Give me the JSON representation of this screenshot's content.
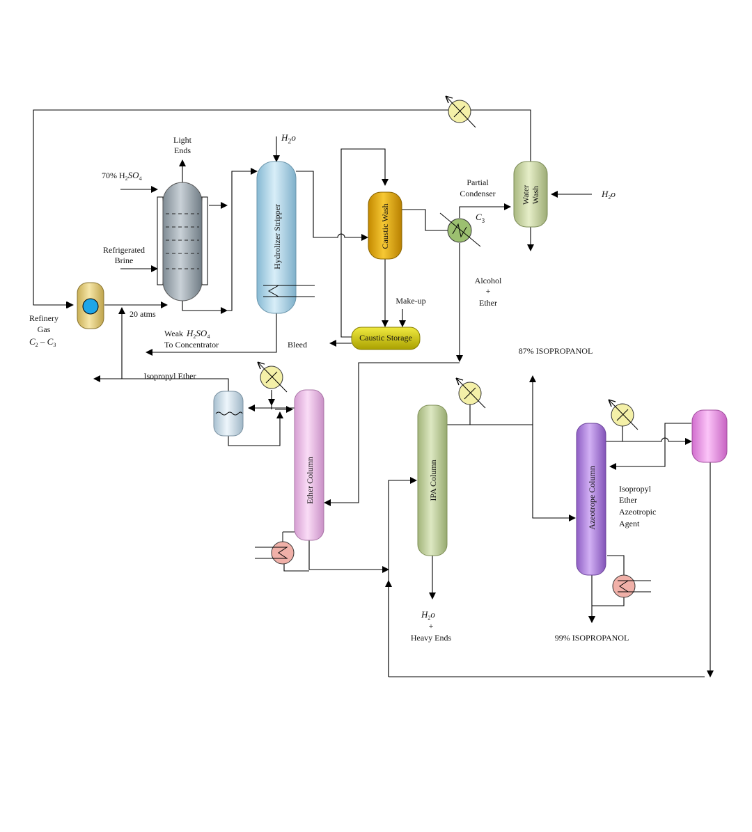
{
  "labels": {
    "light_ends_1": "Light",
    "light_ends_2": "Ends",
    "h2o_top": "H",
    "h2o_top_sub": "2",
    "h2o_top_o": "o",
    "acid_in": "70% H",
    "acid_in_sub1": "2",
    "acid_in_so": "SO",
    "acid_in_sub2": "4",
    "brine_1": "Refrigerated",
    "brine_2": "Brine",
    "refinery_1": "Refinery",
    "refinery_2": "Gas",
    "refinery_3": "C",
    "refinery_3_sub1": "2",
    "refinery_3_mid": " – C",
    "refinery_3_sub2": "3",
    "pressure": "20 atms",
    "weak_acid_1": "Weak",
    "weak_acid_h": "H",
    "weak_acid_sub1": "2",
    "weak_acid_so": "SO",
    "weak_acid_sub2": "4",
    "weak_acid_2": "To Concentrator",
    "bleed": "Bleed",
    "make_up": "Make-up",
    "partial_condenser_1": "Partial",
    "partial_condenser_2": "Condenser",
    "c3": "C",
    "c3_sub": "3",
    "h2o_water_wash": "H",
    "h2o_water_wash_sub": "2",
    "h2o_water_wash_o": "o",
    "alcohol_ether_1": "Alcohol",
    "alcohol_ether_plus": "+",
    "alcohol_ether_2": "Ether",
    "ipa87": "87% ISOPROPANOL",
    "isopropyl_ether": "Isopropyl Ether",
    "h2o_heavy": "H",
    "h2o_heavy_sub": "2",
    "h2o_heavy_o": "o",
    "heavy_plus": "+",
    "heavy_ends": "Heavy Ends",
    "ipa99": "99% ISOPROPANOL",
    "agent_1": "Isopropyl",
    "agent_2": "Ether",
    "agent_3": "Azeotropic",
    "agent_4": "Agent"
  },
  "equipment": {
    "hydrolizer_stripper": "Hydrolizer Stripper",
    "caustic_wash": "Caustic Wash",
    "caustic_storage": "Caustic Storage",
    "water_wash_1": "Water",
    "water_wash_2": "Wash",
    "ether_column": "Ether Column",
    "ipa_column": "IPA Column",
    "azeotrope_column": "Azeotrope Column"
  },
  "colors": {
    "absorber": "#aab4bc",
    "compressor": "#e8d48a",
    "compressor_dot": "#1ea6e8",
    "hydrolizer": "#b9def0",
    "caustic_wash": "#e6b010",
    "caustic_storage": "#d9cf10",
    "condenser": "#9cc070",
    "water_wash": "#cfdca8",
    "exchanger": "#f4f0a8",
    "ether_column": "#efc4ec",
    "ipa_column": "#c7d6a4",
    "azeotrope_column": "#b98ae6",
    "decanter": "#ef9aec",
    "reboiler": "#f0b0a8",
    "accumulator": "#d6e6f0"
  }
}
